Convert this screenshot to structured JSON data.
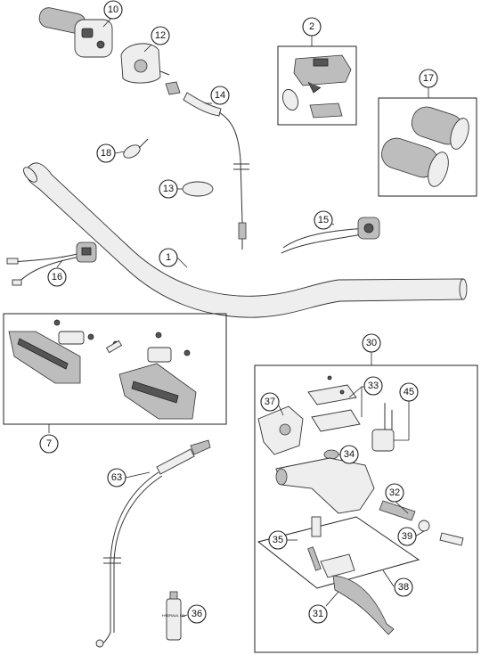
{
  "callouts": [
    {
      "id": "c10",
      "label": "10"
    },
    {
      "id": "c12",
      "label": "12"
    },
    {
      "id": "c2",
      "label": "2"
    },
    {
      "id": "c14",
      "label": "14"
    },
    {
      "id": "c17",
      "label": "17"
    },
    {
      "id": "c18",
      "label": "18"
    },
    {
      "id": "c13",
      "label": "13"
    },
    {
      "id": "c15",
      "label": "15"
    },
    {
      "id": "c1",
      "label": "1"
    },
    {
      "id": "c16",
      "label": "16"
    },
    {
      "id": "c30",
      "label": "30"
    },
    {
      "id": "c33",
      "label": "33"
    },
    {
      "id": "c45",
      "label": "45"
    },
    {
      "id": "c37",
      "label": "37"
    },
    {
      "id": "c34",
      "label": "34"
    },
    {
      "id": "c7",
      "label": "7"
    },
    {
      "id": "c63",
      "label": "63"
    },
    {
      "id": "c32",
      "label": "32"
    },
    {
      "id": "c39",
      "label": "39"
    },
    {
      "id": "c35",
      "label": "35"
    },
    {
      "id": "c38",
      "label": "38"
    },
    {
      "id": "c31",
      "label": "31"
    },
    {
      "id": "c36",
      "label": "36"
    }
  ],
  "bottle_label": "HYDRAUL OIL"
}
